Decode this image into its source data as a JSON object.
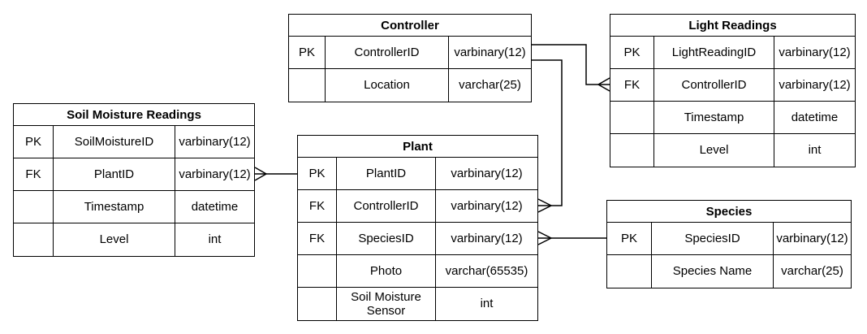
{
  "diagram": {
    "type": "entity-relationship-diagram",
    "background_color": "#ffffff",
    "line_color": "#000000",
    "text_color": "#000000"
  },
  "tables": {
    "controller": {
      "title": "Controller",
      "rows": [
        {
          "key": "PK",
          "name": "ControllerID",
          "type": "varbinary(12)"
        },
        {
          "key": "",
          "name": "Location",
          "type": "varchar(25)"
        }
      ]
    },
    "light_readings": {
      "title": "Light Readings",
      "rows": [
        {
          "key": "PK",
          "name": "LightReadingID",
          "type": "varbinary(12)"
        },
        {
          "key": "FK",
          "name": "ControllerID",
          "type": "varbinary(12)"
        },
        {
          "key": "",
          "name": "Timestamp",
          "type": "datetime"
        },
        {
          "key": "",
          "name": "Level",
          "type": "int"
        }
      ]
    },
    "soil_moisture_readings": {
      "title": "Soil Moisture Readings",
      "rows": [
        {
          "key": "PK",
          "name": "SoilMoistureID",
          "type": "varbinary(12)"
        },
        {
          "key": "FK",
          "name": "PlantID",
          "type": "varbinary(12)"
        },
        {
          "key": "",
          "name": "Timestamp",
          "type": "datetime"
        },
        {
          "key": "",
          "name": "Level",
          "type": "int"
        }
      ]
    },
    "plant": {
      "title": "Plant",
      "rows": [
        {
          "key": "PK",
          "name": "PlantID",
          "type": "varbinary(12)"
        },
        {
          "key": "FK",
          "name": "ControllerID",
          "type": "varbinary(12)"
        },
        {
          "key": "FK",
          "name": "SpeciesID",
          "type": "varbinary(12)"
        },
        {
          "key": "",
          "name": "Photo",
          "type": "varchar(65535)"
        },
        {
          "key": "",
          "name": "Soil Moisture Sensor",
          "type": "int"
        }
      ]
    },
    "species": {
      "title": "Species",
      "rows": [
        {
          "key": "PK",
          "name": "SpeciesID",
          "type": "varbinary(12)"
        },
        {
          "key": "",
          "name": "Species Name",
          "type": "varchar(25)"
        }
      ]
    }
  },
  "relationships": [
    {
      "from": "Controller.ControllerID",
      "to": "Light Readings.ControllerID",
      "cardinality": "one-to-many",
      "many_side": "Light Readings"
    },
    {
      "from": "Controller.ControllerID",
      "to": "Plant.ControllerID",
      "cardinality": "one-to-many",
      "many_side": "Plant"
    },
    {
      "from": "Plant.PlantID",
      "to": "Soil Moisture Readings.PlantID",
      "cardinality": "one-to-many",
      "many_side": "Soil Moisture Readings"
    },
    {
      "from": "Species.SpeciesID",
      "to": "Plant.SpeciesID",
      "cardinality": "one-to-many",
      "many_side": "Plant"
    }
  ]
}
